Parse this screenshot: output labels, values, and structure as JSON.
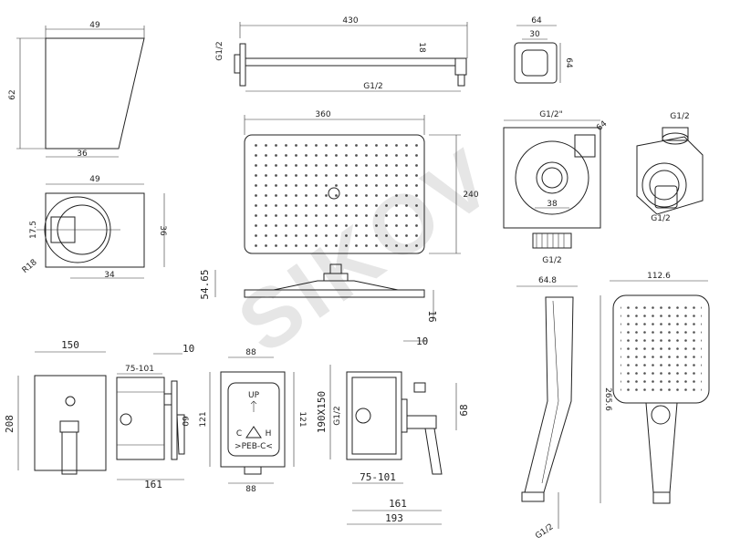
{
  "watermark": "SIKOV",
  "shower_arm_bracket": {
    "dims": [
      "49",
      "62",
      "36"
    ],
    "side": {
      "dims": [
        "49",
        "36",
        "17.5",
        "R18",
        "34"
      ]
    }
  },
  "shower_arm": {
    "dims": [
      "430",
      "G1/2",
      "18",
      "G1/2"
    ]
  },
  "wall_outlet": {
    "front": {
      "dims": [
        "64",
        "30",
        "64"
      ]
    },
    "detail": {
      "dims": [
        "G1/2\"",
        "64",
        "38",
        "G1/2"
      ]
    }
  },
  "hose_connector": {
    "dims": [
      "G1/2",
      "G1/2"
    ]
  },
  "rain_shower": {
    "top": {
      "dims": [
        "360",
        "240"
      ]
    },
    "side": {
      "dims": [
        "54.65",
        "16"
      ]
    }
  },
  "hand_shower": {
    "side": {
      "dims": [
        "64.8",
        "G1/2"
      ]
    },
    "front": {
      "dims": [
        "112.6",
        "265.6"
      ]
    }
  },
  "mixer_plate": {
    "dims": [
      "150",
      "208"
    ]
  },
  "mixer_body_side": {
    "dims": [
      "75-101",
      "10",
      "60",
      "161"
    ]
  },
  "mixer_box_front": {
    "dims": [
      "88",
      "121",
      "121",
      "88"
    ],
    "labels": {
      "up": "UP",
      "cold": "C",
      "hot": "H",
      "flow": ">PEB-C<"
    }
  },
  "mixer_install": {
    "dims": [
      "10",
      "190X150",
      "G1/2",
      "68",
      "75-101",
      "161",
      "193"
    ]
  }
}
